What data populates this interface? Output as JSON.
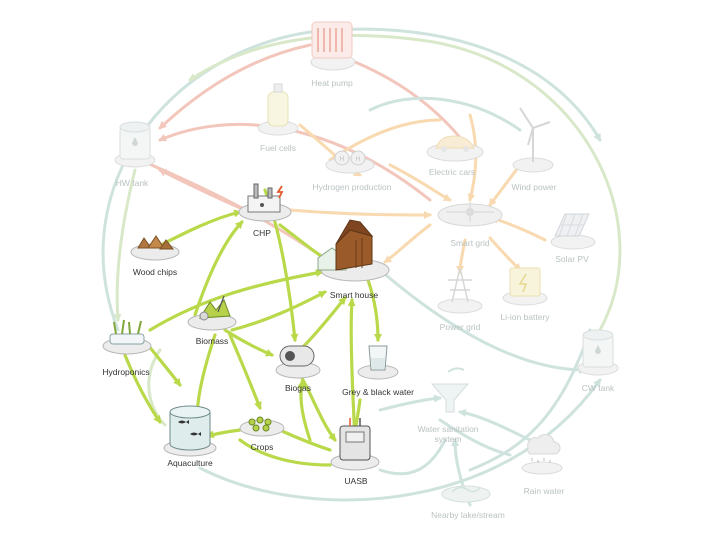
{
  "colors": {
    "green_active": "#b9d94a",
    "green_faded": "#d8e8c8",
    "teal_faded": "#cfe3de",
    "red_faded": "#f3c6bc",
    "orange_faded": "#f8d9b0",
    "label_active": "#333333",
    "label_faded": "#b9c2c2",
    "house_wood": "#9b5a2a"
  },
  "nodes": {
    "heat_pump": {
      "label": "Heat pump",
      "icon": "heat-pump-icon",
      "active": false
    },
    "fuel_cells": {
      "label": "Fuel cells",
      "icon": "fuel-cell-icon",
      "active": false
    },
    "hw_tank": {
      "label": "HW tank",
      "icon": "water-tank-icon",
      "active": false
    },
    "hydrogen_production": {
      "label": "Hydrogen production",
      "icon": "hydrogen-icon",
      "active": false
    },
    "electric_cars": {
      "label": "Electric cars",
      "icon": "electric-car-icon",
      "active": false
    },
    "wind_power": {
      "label": "Wind power",
      "icon": "wind-turbine-icon",
      "active": false
    },
    "chp": {
      "label": "CHP",
      "icon": "chp-plant-icon",
      "active": true
    },
    "smart_grid": {
      "label": "Smart grid",
      "icon": "smart-grid-icon",
      "active": false
    },
    "solar_pv": {
      "label": "Solar PV",
      "icon": "solar-panel-icon",
      "active": false
    },
    "wood_chips": {
      "label": "Wood chips",
      "icon": "wood-chips-icon",
      "active": true
    },
    "smart_house": {
      "label": "Smart house",
      "icon": "smart-house-icon",
      "active": true
    },
    "power_grid": {
      "label": "Power grid",
      "icon": "power-pylon-icon",
      "active": false
    },
    "li_ion_battery": {
      "label": "Li-ion battery",
      "icon": "battery-icon",
      "active": false
    },
    "biomass": {
      "label": "Biomass",
      "icon": "biomass-icon",
      "active": true
    },
    "hydroponics": {
      "label": "Hydroponics",
      "icon": "hydroponics-icon",
      "active": true
    },
    "biogas": {
      "label": "Biogas",
      "icon": "biogas-tank-icon",
      "active": true
    },
    "grey_black_water": {
      "label": "Grey & black water",
      "icon": "water-glass-icon",
      "active": true
    },
    "cw_tank": {
      "label": "CW tank",
      "icon": "water-tank-icon",
      "active": false
    },
    "water_sanitation": {
      "label_line1": "Water sanitation",
      "label_line2": "system",
      "icon": "water-funnel-icon",
      "active": false
    },
    "aquaculture": {
      "label": "Aquaculture",
      "icon": "fish-tank-icon",
      "active": true
    },
    "crops": {
      "label": "Crops",
      "icon": "crops-icon",
      "active": true
    },
    "uasb": {
      "label": "UASB",
      "icon": "uasb-reactor-icon",
      "active": true
    },
    "rain_water": {
      "label": "Rain water",
      "icon": "rain-cloud-icon",
      "active": false
    },
    "nearby_lake": {
      "label": "Nearby lake/stream",
      "icon": "lake-icon",
      "active": false
    }
  }
}
